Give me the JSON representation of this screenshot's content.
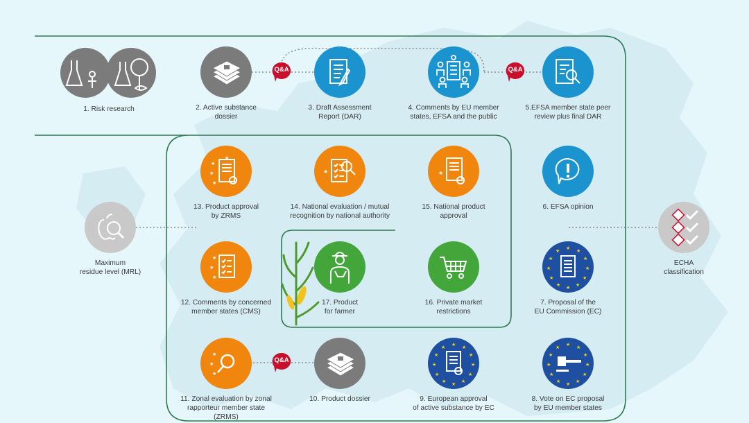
{
  "diagram": {
    "qa_label": "Q&A",
    "steps": [
      {
        "id": "s1",
        "label": "1. Risk research",
        "icon": "lab-family-tree-icon",
        "color": "#7b7b7b"
      },
      {
        "id": "s2",
        "label": "2. Active substance\ndossier",
        "icon": "document-stack-icon",
        "color": "#7b7b7b"
      },
      {
        "id": "s3",
        "label": "3. Draft Assessment\nReport (DAR)",
        "icon": "report-pencil-icon",
        "color": "#1a93cf"
      },
      {
        "id": "s4",
        "label": "4. Comments by EU member\nstates, EFSA and the public",
        "icon": "people-checklist-icon",
        "color": "#1a93cf"
      },
      {
        "id": "s5",
        "label": "5.EFSA member state peer\nreview plus final DAR",
        "icon": "document-magnifier-icon",
        "color": "#1a93cf"
      },
      {
        "id": "s6",
        "label": "6. EFSA opinion",
        "icon": "exclamation-bubble-icon",
        "color": "#1a93cf"
      },
      {
        "id": "s7",
        "label": "7. Proposal of the\nEU Commission (EC)",
        "icon": "eu-document-icon",
        "color": "#1e4fa0"
      },
      {
        "id": "s8",
        "label": "8. Vote on EC proposal\nby EU member states",
        "icon": "eu-gavel-icon",
        "color": "#1e4fa0"
      },
      {
        "id": "s9",
        "label": "9. European approval\nof active substance by EC",
        "icon": "eu-certificate-icon",
        "color": "#1e4fa0"
      },
      {
        "id": "s10",
        "label": "10. Product dossier",
        "icon": "document-stack-icon",
        "color": "#7b7b7b"
      },
      {
        "id": "s11",
        "label": "11. Zonal evaluation by zonal\nrapporteur member state\n(ZRMS)",
        "icon": "magnifier-stars-icon",
        "color": "#f0860e"
      },
      {
        "id": "s12",
        "label": "12. Comments by concerned\nmember states (CMS)",
        "icon": "checklist-stars-icon",
        "color": "#f0860e"
      },
      {
        "id": "s13",
        "label": "13. Product approval\nby ZRMS",
        "icon": "certificate-stars-icon",
        "color": "#f0860e"
      },
      {
        "id": "s14",
        "label": "14. National evaluation / mutual\nrecognition by national authority",
        "icon": "checklist-magnifier-icon",
        "color": "#f0860e"
      },
      {
        "id": "s15",
        "label": "15. National product\napproval",
        "icon": "certificate-star-icon",
        "color": "#f0860e"
      },
      {
        "id": "s16",
        "label": "16. Private market\nrestrictions",
        "icon": "shopping-cart-icon",
        "color": "#42a63b"
      },
      {
        "id": "s17",
        "label": "17. Product\nfor farmer",
        "icon": "farmer-icon",
        "color": "#42a63b"
      },
      {
        "id": "mrl",
        "label": "Maximum\nresidue level (MRL)",
        "icon": "apple-magnifier-icon",
        "color": "#c9c9c9"
      },
      {
        "id": "echa",
        "label": "ECHA\nclassification",
        "icon": "hazard-pictograms-icon",
        "color": "#c9c9c9"
      }
    ],
    "decoration": {
      "plant": "corn-plant-icon",
      "background": "europe-map"
    },
    "colors": {
      "frame": "#2f7a4f",
      "dotted": "#777777",
      "qa": "#c8102e"
    }
  }
}
